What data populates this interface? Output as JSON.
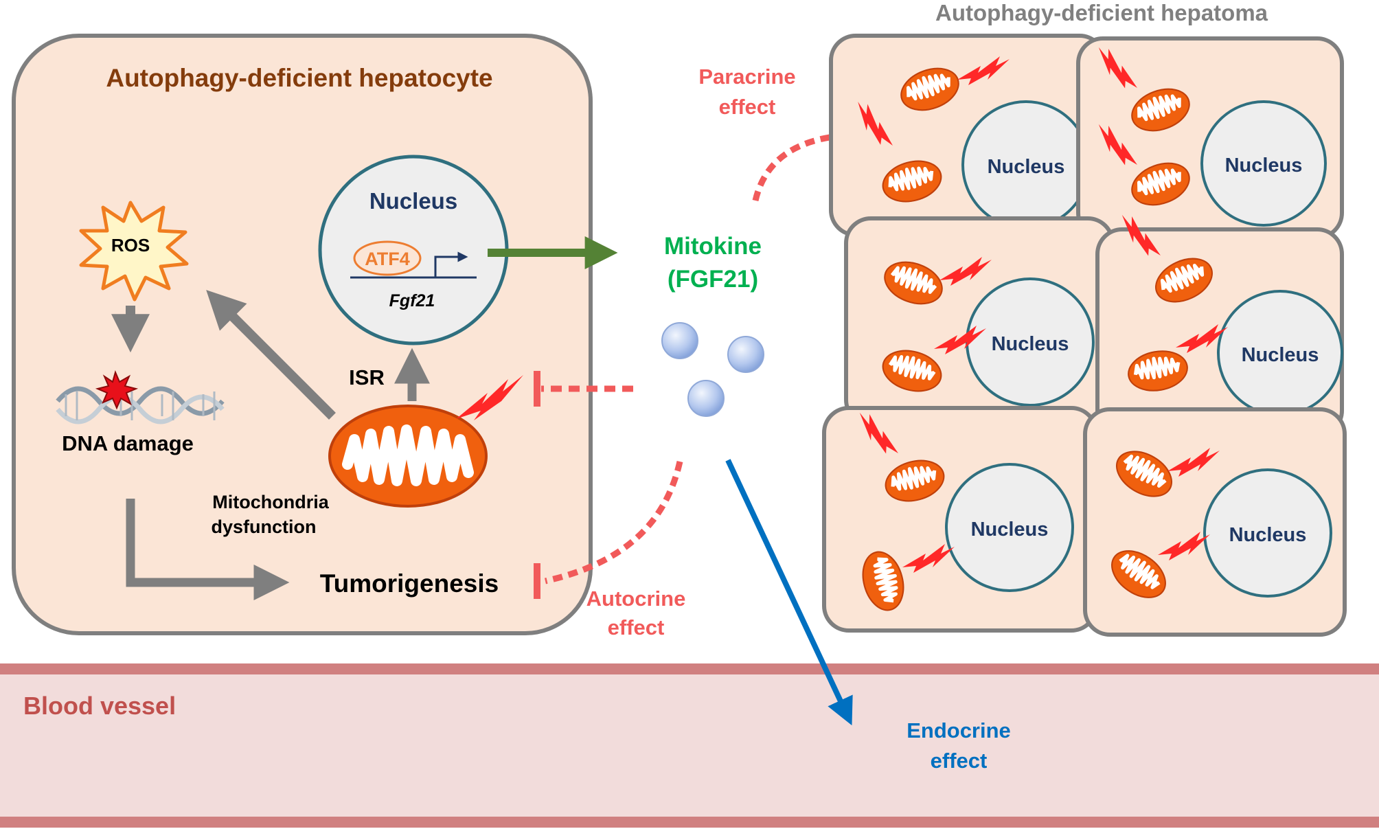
{
  "labels": {
    "hepatocyte_title": "Autophagy-deficient hepatocyte",
    "hepatoma_title": "Autophagy-deficient hepatoma",
    "ros": "ROS",
    "dna_damage": "DNA damage",
    "nucleus": "Nucleus",
    "atf4": "ATF4",
    "fgf21_gene": "Fgf21",
    "isr": "ISR",
    "mito_line1": "Mitochondria",
    "mito_line2": "dysfunction",
    "tumorigenesis": "Tumorigenesis",
    "mitokine_line1": "Mitokine",
    "mitokine_line2": "(FGF21)",
    "paracrine_line1": "Paracrine",
    "paracrine_line2": "effect",
    "autocrine_line1": "Autocrine",
    "autocrine_line2": "effect",
    "endocrine_line1": "Endocrine",
    "endocrine_line2": "effect",
    "blood_vessel": "Blood vessel"
  },
  "colors": {
    "cell_fill": "#fbe5d6",
    "cell_stroke": "#7f7f7f",
    "title_brown": "#843c0c",
    "hepatoma_title": "#808080",
    "nucleus_fill": "#eeeeee",
    "nucleus_stroke": "#2f6f7f",
    "nucleus_text": "#1f3864",
    "mito_orange": "#f0600e",
    "mito_dark": "#c0400b",
    "bolt_red": "#ff2828",
    "inhibit_red": "#f15a5a",
    "mitokine_green": "#00b050",
    "arrow_green": "#548235",
    "endocrine_blue": "#0070c0",
    "vessel_fill": "#f2dcdb",
    "vessel_wall": "#d08080",
    "vessel_text": "#c0504d",
    "gray_arrow": "#7f7f7f"
  }
}
